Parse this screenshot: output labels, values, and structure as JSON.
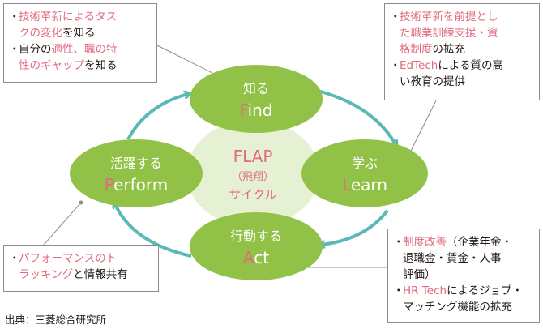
{
  "cycle": {
    "center_line1": "FLAP",
    "center_line2": "（飛翔）",
    "center_line3": "サイクル",
    "nodes": {
      "find": {
        "title": "知る",
        "initial": "F",
        "rest": "ind"
      },
      "learn": {
        "title": "学ぶ",
        "initial": "L",
        "rest": "earn"
      },
      "act": {
        "title": "行動する",
        "initial": "A",
        "rest": "ct"
      },
      "perform": {
        "title": "活躍する",
        "initial": "P",
        "rest": "erform"
      }
    }
  },
  "notes": {
    "find": {
      "bullet": "・",
      "item1": {
        "line1": "技術革新によるタス",
        "line2_pink": "クの変化",
        "line2_dark": "を知る"
      },
      "item2": {
        "line1_dark": "自分の",
        "line1_pink": "適性、職の特",
        "line2_pink": "性のギャップ",
        "line2_dark": "を知る"
      }
    },
    "learn": {
      "bullet": "・",
      "item1": {
        "line1": "技術革新を前提とし",
        "line2": "た職業訓練支援・資",
        "line3_pink": "格制度",
        "line3_dark": "の拡充"
      },
      "item2": {
        "line1_pink": "EdTech",
        "line1_dark": "による質の高",
        "line2": "い教育の提供"
      }
    },
    "act": {
      "bullet": "・",
      "item1": {
        "line1_pink": "制度改善",
        "line1_dark": "（企業年金・",
        "line2": "退職金・賃金・人事",
        "line3": "評価）"
      },
      "item2": {
        "line1_pink": "HR Tech",
        "line1_dark": "によるジョブ・",
        "line2": "マッチング機能の拡充"
      }
    },
    "perform": {
      "bullet": "・",
      "item1": {
        "line1": "パフォーマンスのト",
        "line2_pink": "ラッキング",
        "line2_dark": "と情報共有"
      }
    }
  },
  "source": "出典：三菱総合研究所"
}
